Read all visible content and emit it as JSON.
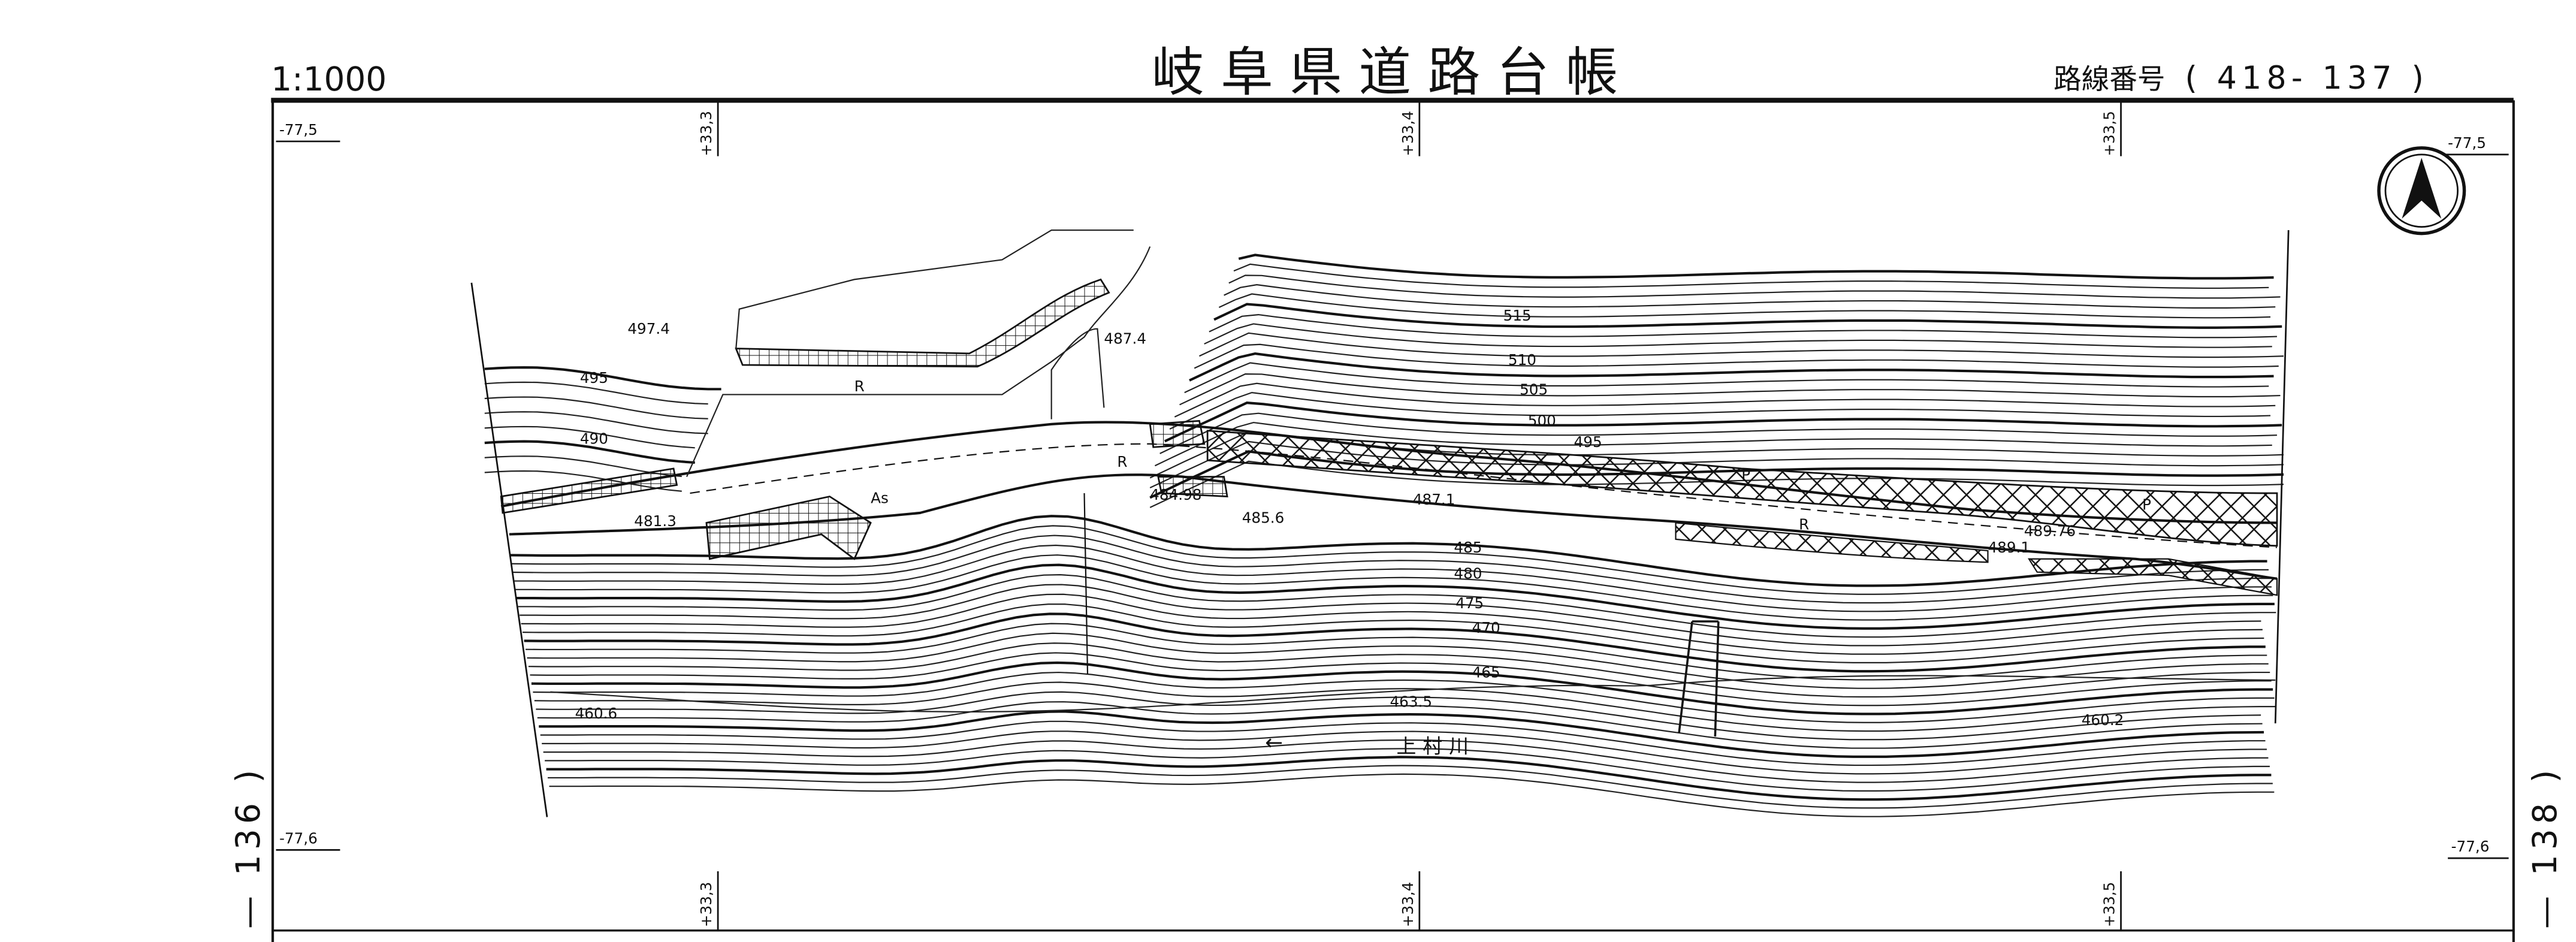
{
  "header": {
    "scale": "1:1000",
    "title": "岐阜県道路台帳",
    "route_number_label": "路線番号",
    "route_number": "( 418- 137 )"
  },
  "grid": {
    "y_top_left": "-77,5",
    "y_top_right": "-77,5",
    "y_bottom_left": "-77,6",
    "y_bottom_right": "-77,6",
    "x_ticks": [
      "+33,3",
      "+33,4",
      "+33,5"
    ]
  },
  "sheet_links": {
    "left": "— 136 )",
    "right": "— 138 )"
  },
  "map": {
    "river_name": "上村川",
    "river_arrow": "←",
    "surface_label": "As",
    "elevations": [
      "497.4",
      "487.4",
      "495",
      "490",
      "481.3",
      "484.98",
      "485.6",
      "487.1",
      "489.76",
      "489.1",
      "515",
      "510",
      "505",
      "500",
      "495",
      "485",
      "480",
      "475",
      "470",
      "465",
      "463.5",
      "460.6",
      "460.2"
    ],
    "symbols": {
      "retaining_wall": "R",
      "pole": "P"
    }
  },
  "colors": {
    "ink": "#111111",
    "paper": "#ffffff"
  }
}
